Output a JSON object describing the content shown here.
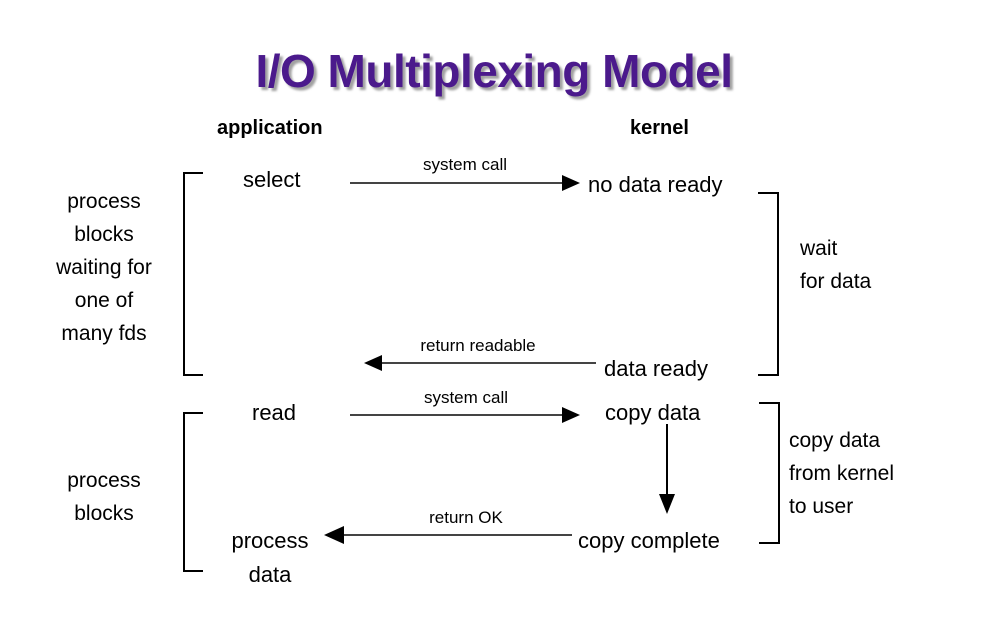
{
  "title": "I/O Multiplexing Model",
  "columns": {
    "application": "application",
    "kernel": "kernel"
  },
  "nodes": {
    "select": "select",
    "no_data_ready": "no data ready",
    "data_ready": "data ready",
    "read": "read",
    "copy_data": "copy data",
    "copy_complete": "copy complete",
    "process_data_line1": "process",
    "process_data_line2": "data"
  },
  "arrows": {
    "system_call_1": "system call",
    "return_readable": "return readable",
    "system_call_2": "system call",
    "return_ok": "return OK",
    "copy_down": ""
  },
  "annotations": {
    "left_top": {
      "line1": "process",
      "line2": "blocks",
      "line3": "waiting for",
      "line4": "one of",
      "line5": "many fds"
    },
    "left_bottom": {
      "line1": "process",
      "line2": "blocks"
    },
    "right_top": {
      "line1": "wait",
      "line2": "for data"
    },
    "right_bottom": {
      "line1": "copy data",
      "line2": "from kernel",
      "line3": "to user"
    }
  },
  "colors": {
    "title_purple": "#4B1A8C",
    "text_black": "#000000",
    "background": "#FFFFFF"
  }
}
